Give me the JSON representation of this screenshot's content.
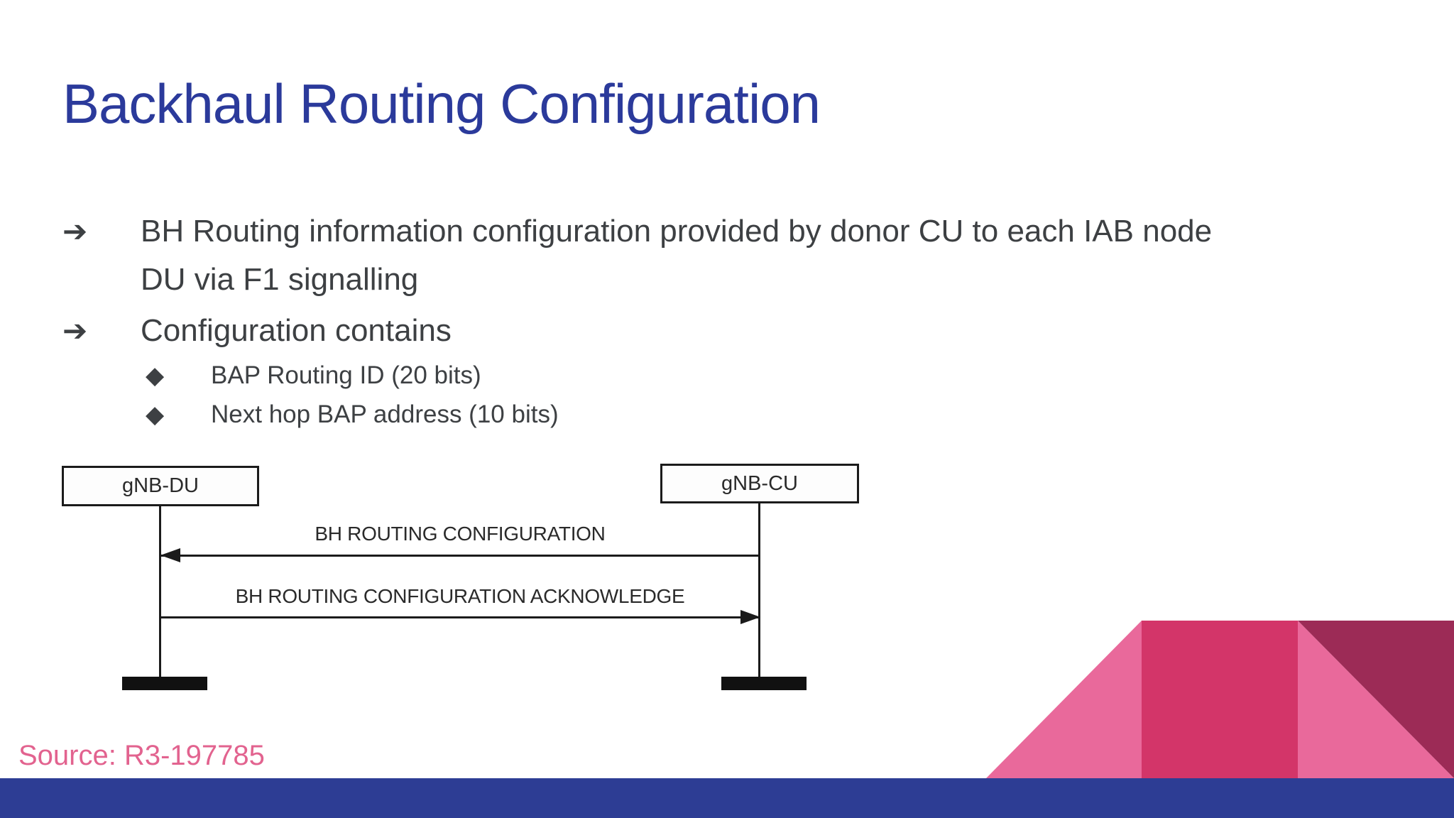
{
  "slide": {
    "title": "Backhaul Routing Configuration",
    "source_note": "Source: R3-197785"
  },
  "bullets": [
    {
      "marker": "➔",
      "lines": [
        "BH Routing information configuration provided by donor CU to each IAB node",
        "DU via F1 signalling"
      ]
    },
    {
      "marker": "➔",
      "lines": [
        "Configuration contains"
      ]
    }
  ],
  "sub_bullets": [
    {
      "marker": "◆",
      "text": "BAP Routing ID (20 bits)"
    },
    {
      "marker": "◆",
      "text": "Next hop BAP address (10 bits)"
    }
  ],
  "diagram": {
    "left_actor": "gNB-DU",
    "right_actor": "gNB-CU",
    "messages": [
      {
        "label": "BH ROUTING CONFIGURATION",
        "direction": "right-to-left"
      },
      {
        "label": "BH ROUTING CONFIGURATION ACKNOWLEDGE",
        "direction": "left-to-right"
      }
    ]
  },
  "colors": {
    "title_blue": "#2b3a9b",
    "body_text": "#3d4043",
    "diagram_ink": "#1b1b1b",
    "source_pink": "#e2638f",
    "footer_blue": "#2d3d94",
    "deco_pink_light": "#e9699b",
    "deco_pink_medium": "#d33569",
    "deco_maroon": "#9c2b56"
  }
}
